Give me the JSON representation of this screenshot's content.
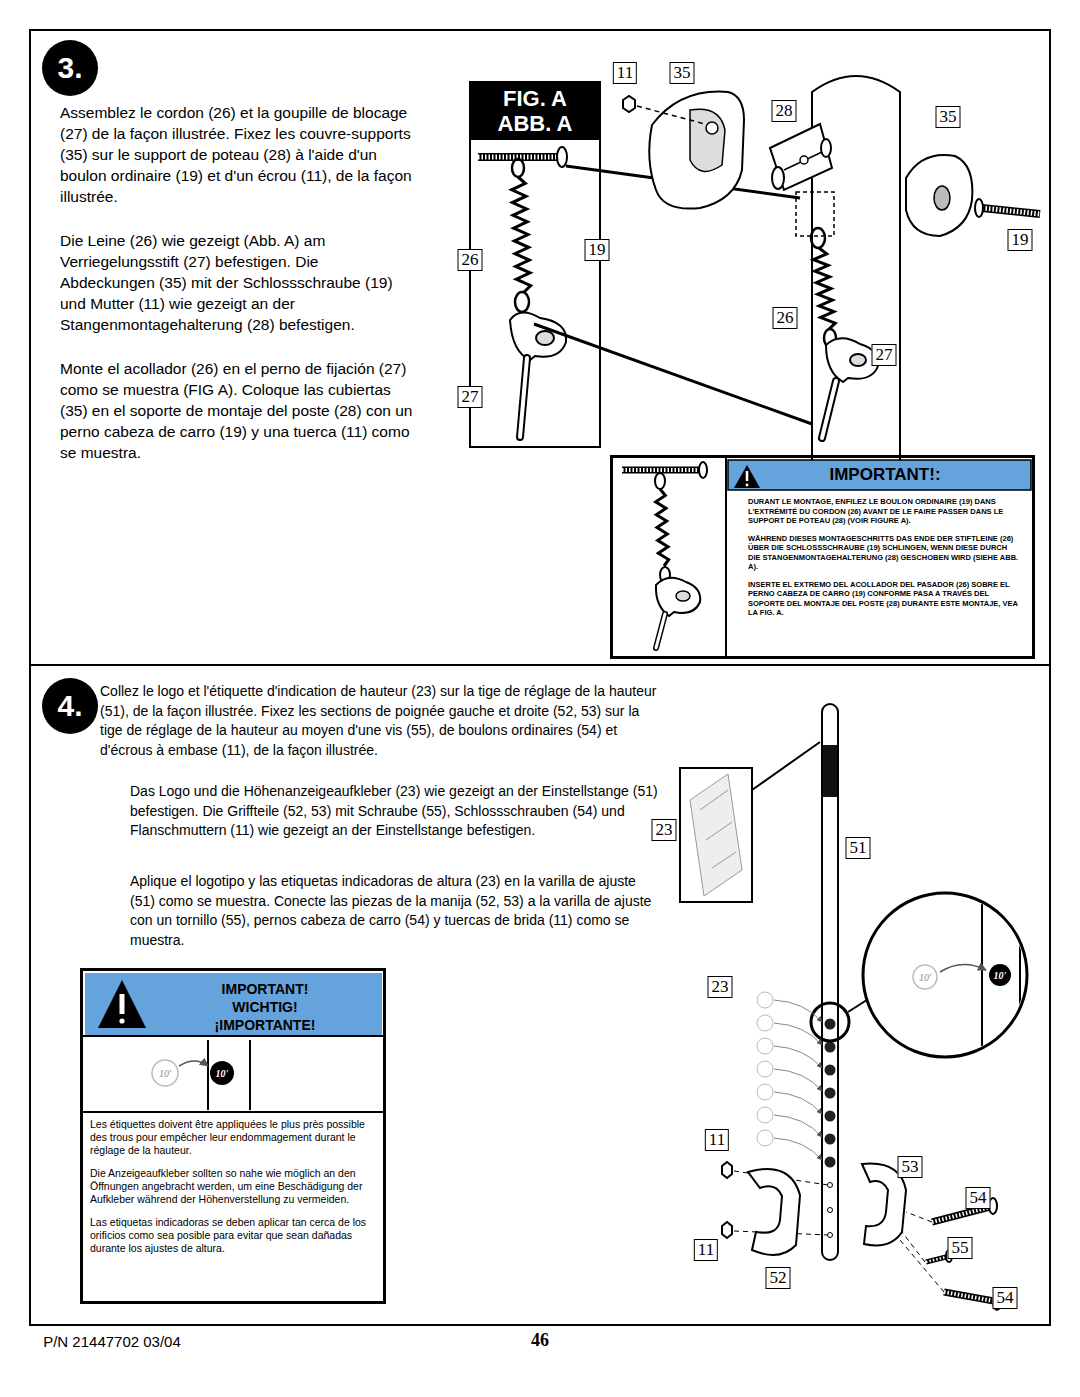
{
  "diagram": {
    "nodes": [
      {
        "text": [
          "Assemblez le cordon (26) et la goupille de blocage (27) de la façon illustrée. Fixez les couvre-supports (35) sur le support de poteau (28) à l'aide d'un boulon ordinaire (19) et d'un écrou (11), de la façon illustrée.",
          "Die Leine (26) wie gezeigt (Abb. A) am Verriegelungsstift (27) befestigen. Die Abdeckungen (35) mit der Schlossschraube (19) und Mutter (11) wie gezeigt an der Stangenmontagehalterung (28) befestigen.",
          "Monte el acollador (26) en el perno de fijación (27) como se muestra (FIG A). Coloque las cubiertas (35) en el soporte de montaje del poste (28) con un perno cabeza de carro (19) y una tuerca (11) como se muestra."
        ]
      },
      {
        "text": [
          "3."
        ],
        "in": 0
      },
      {
        "text": [
          "FIG. A",
          "ABB. A"
        ],
        "in": 0
      },
      {
        "text": [
          "IMPORTANT!:",
          "DURANT LE MONTAGE, ENFILEZ LE BOULON ORDINAIRE (19) DANS L'EXTRÉMITÉ DU CORDON (26) AVANT DE LE FAIRE PASSER DANS LE SUPPORT DE POTEAU (28) (VOIR FIGURE A).",
          "WÄHREND DIESES MONTAGESCHRITTS DAS ENDE DER STIFTLEINE (26) ÜBER DIE SCHLOSSSCHRAUBE (19) SCHLINGEN, WENN DIESE DURCH DIE STANGENMONTAGEHALTERUNG (28) GESCHOBEN WIRD (SIEHE ABB. A).",
          "INSERTE EL EXTREMO DEL ACOLLADOR DEL PASADOR (26) SOBRE EL PERNO CABEZA DE CARRO (19) CONFORME PASA A TRAVÉS DEL SOPORTE DEL MONTAJE DEL POSTE (28) DURANTE ESTE MONTAJE, VEA LA FIG. A."
        ],
        "in": 0
      },
      {
        "text": [
          "Collez le logo et l'étiquette d'indication de hauteur (23) sur la tige de réglage de la hauteur (51), de la façon illustrée. Fixez les sections de poignée gauche et droite (52, 53) sur la tige de réglage de la hauteur au moyen d'une vis (55), de boulons ordinaires (54) et d'écrous à embase (11), de la façon illustrée.",
          "Das Logo und die Höhenanzeigeaufkleber (23) wie gezeigt an der Einstellstange (51) befestigen. Die Griffteile (52, 53) mit Schraube (55), Schlossschrauben (54) und Flanschmuttern (11) wie gezeigt an der Einstellstange befestigen.",
          "Aplique el logotipo y las etiquetas indicadoras de altura (23) en la varilla de ajuste (51) como se muestra. Conecte las piezas de la manija (52, 53) a la varilla de ajuste con un tornillo (55), pernos cabeza de carro (54) y tuercas de brida (11) como se muestra."
        ]
      },
      {
        "text": [
          "4."
        ],
        "in": 4
      },
      {
        "text": [
          "IMPORTANT!",
          "WICHTIG!",
          "¡IMPORTANTE!",
          "Les étiquettes doivent être appliquées le plus près possible des trous pour empêcher leur endommagement durant le réglage de la hauteur.",
          "Die Anzeigeaufkleber sollten so nahe wie möglich an den Öffnungen angebracht werden, um eine Beschädigung der Aufkleber während der Höhenverstellung zu vermeiden.",
          "Las etiquetas indicadoras se deben aplicar tan cerca de los orificios como sea posible para evitar que sean dañadas durante los ajustes de altura."
        ],
        "in": 4
      }
    ],
    "labels": [
      "11",
      "35",
      "28",
      "35",
      "19",
      "26",
      "19",
      "26",
      "27",
      "27",
      "23",
      "51",
      "10'",
      "10'",
      "23",
      "11",
      "53",
      "54",
      "11",
      "55",
      "52",
      "54",
      "10'",
      "10'",
      "P/N 21447702 03/04",
      "46"
    ]
  }
}
